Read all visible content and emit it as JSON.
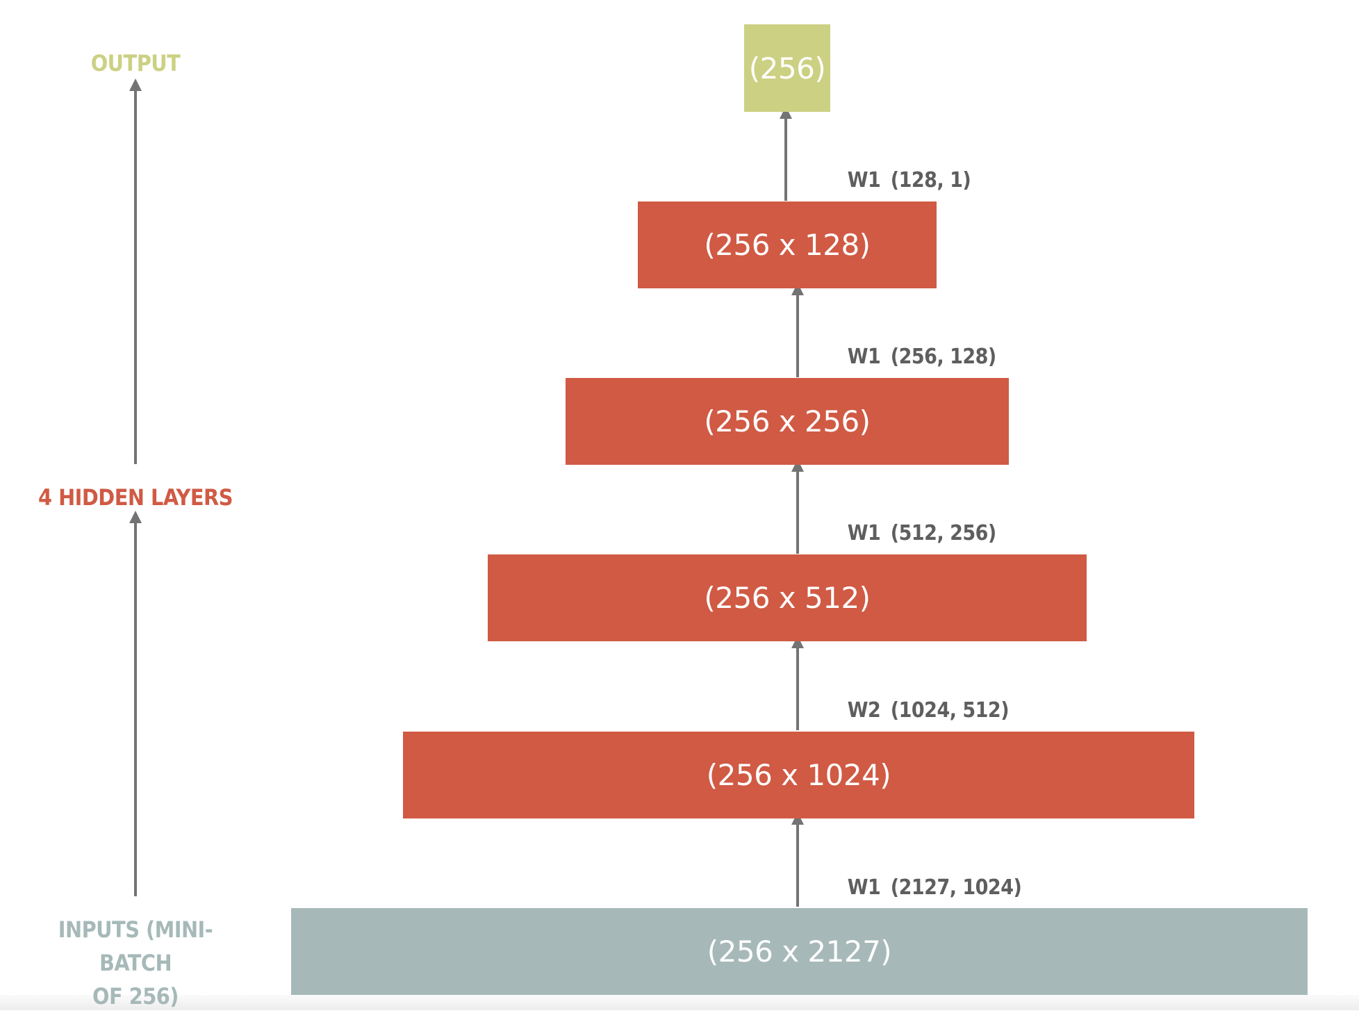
{
  "colors": {
    "output": "#ccd083",
    "hidden": "#d05a44",
    "input": "#a6b9b8",
    "arrow": "#737373",
    "weight_text": "#5e5e5e",
    "box_text": "#ffffff"
  },
  "side_labels": {
    "output": "OUTPUT",
    "hidden": "4 HIDDEN LAYERS",
    "inputs_line1": "INPUTS (MINI-BATCH",
    "inputs_line2": "OF 256)"
  },
  "layers": {
    "output": "(256)",
    "hidden_1": "(256 x 128)",
    "hidden_2": "(256 x 256)",
    "hidden_3": "(256 x 512)",
    "hidden_4": "(256 x 1024)",
    "input": "(256 x 2127)"
  },
  "weights": {
    "w_out": {
      "name": "W1",
      "shape": "(128, 1)"
    },
    "w_h1": {
      "name": "W1",
      "shape": "(256, 128)"
    },
    "w_h2": {
      "name": "W1",
      "shape": "(512, 256)"
    },
    "w_h3": {
      "name": "W2",
      "shape": "(1024, 512)"
    },
    "w_in": {
      "name": "W1",
      "shape": "(2127, 1024)"
    }
  }
}
